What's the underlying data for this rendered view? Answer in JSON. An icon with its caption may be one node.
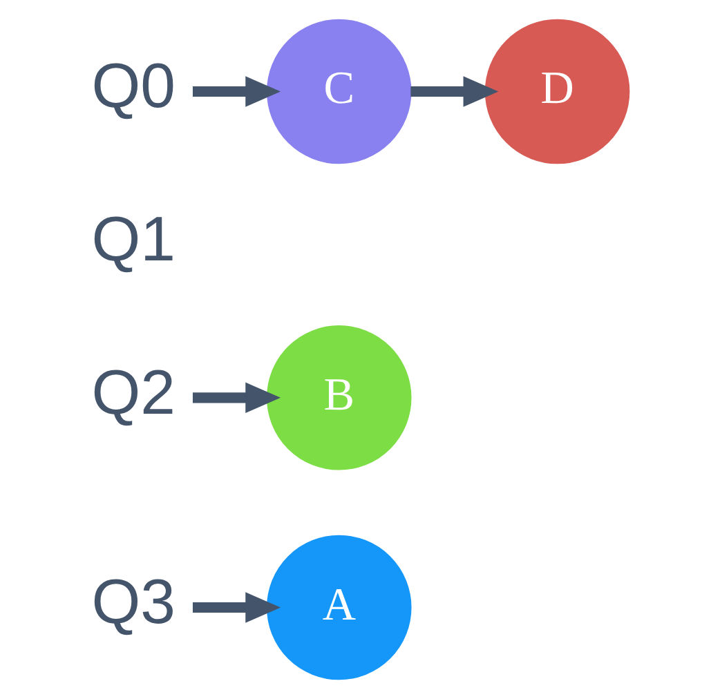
{
  "diagram": {
    "nodes": [
      {
        "text": [
          "Q3"
        ]
      },
      {
        "text": [
          "A"
        ]
      },
      {
        "text": [
          "Q2"
        ]
      },
      {
        "text": [
          "B"
        ]
      },
      {
        "text": [
          "Q0"
        ]
      },
      {
        "text": [
          "C"
        ]
      },
      {
        "text": [
          "D"
        ]
      }
    ],
    "edges": [
      {
        "from": 0,
        "to": 1,
        "arrow": "to"
      },
      {
        "from": 2,
        "to": 3,
        "arrow": "to"
      },
      {
        "from": 4,
        "to": 5,
        "arrow": "to"
      },
      {
        "from": 5,
        "to": 6,
        "arrow": "to"
      }
    ],
    "labels": [
      "Q1"
    ]
  }
}
